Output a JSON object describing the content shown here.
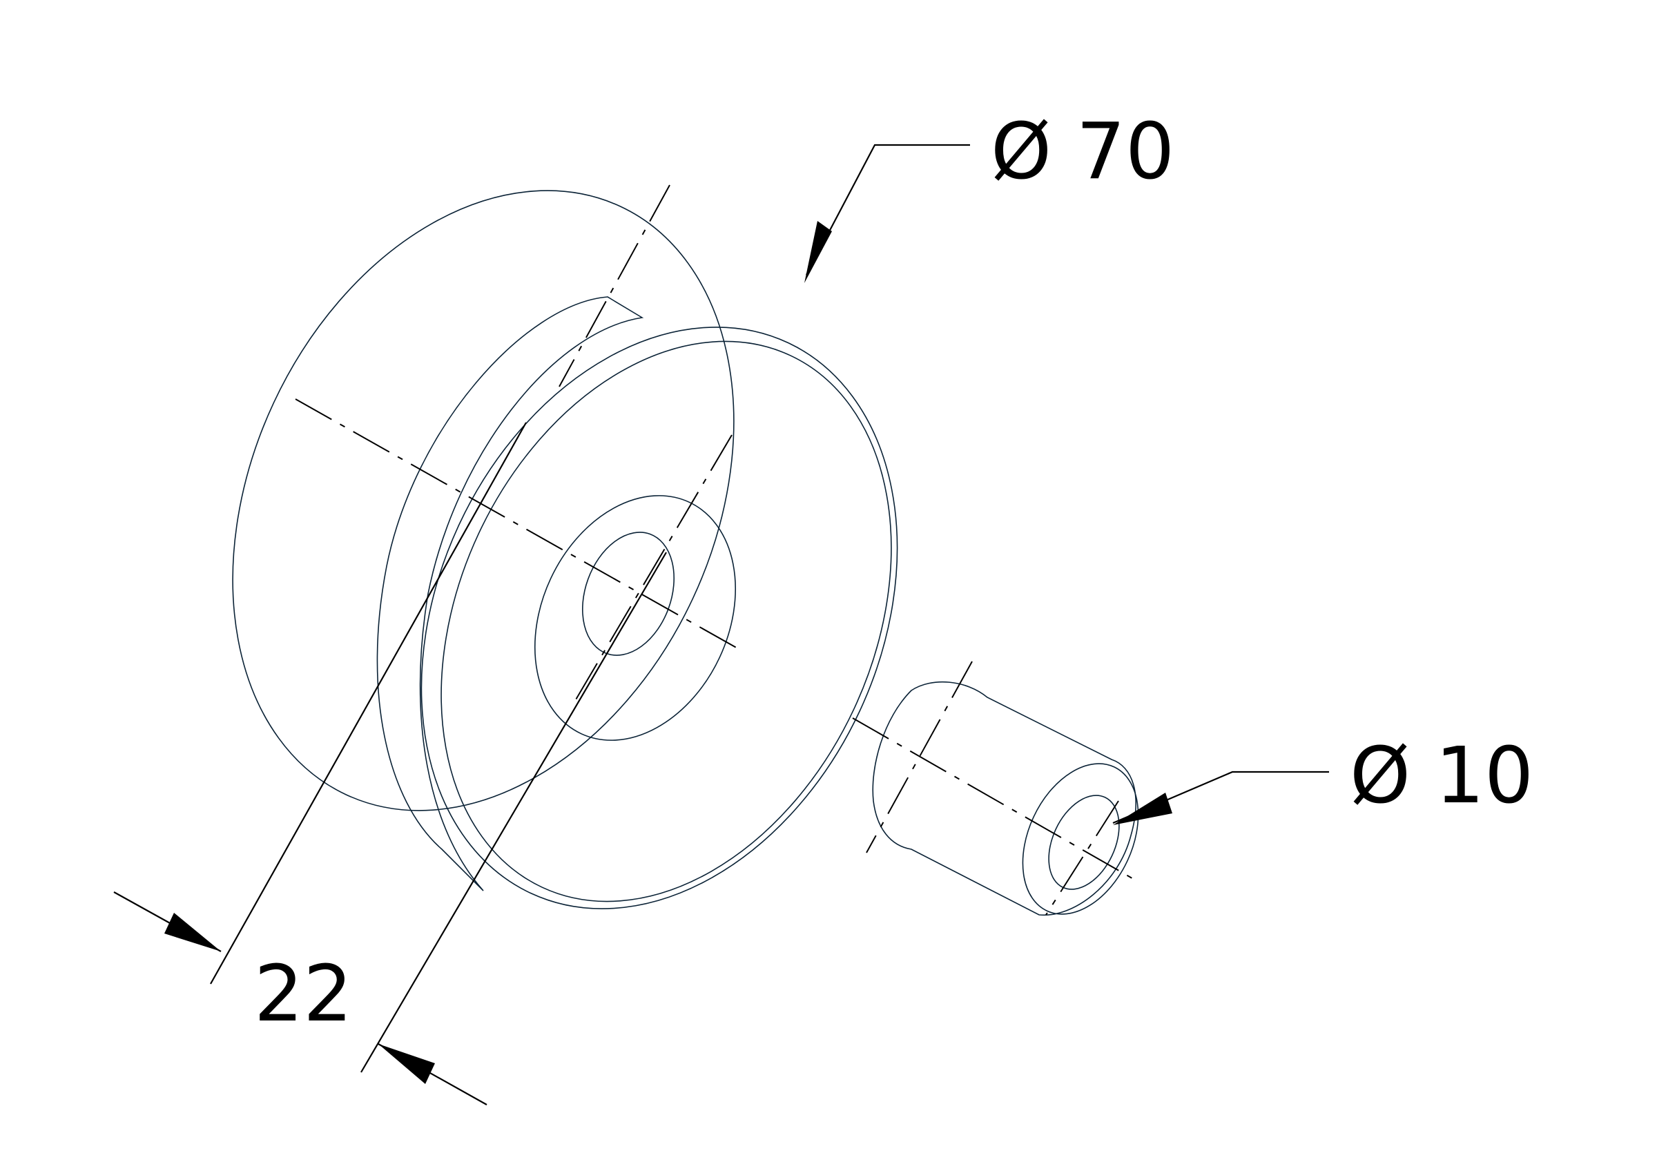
{
  "annotations": {
    "pulley_diameter": "Ø 70",
    "bushing_diameter": "Ø 10",
    "pulley_width": "22"
  },
  "colors": {
    "pulley_face": "#0b4e78",
    "pulley_rim": "#1378b4",
    "pulley_highlight": "#2f9be0",
    "pulley_shadow": "#083352",
    "bushing_light": "#dde6f0",
    "bushing_mid": "#a9bad2",
    "bushing_dark": "#7f90a8",
    "dimension_lines": "#000000"
  },
  "icons": {
    "pulley": "v-groove-pulley-wheel",
    "bushing": "cylindrical-bushing-sleeve"
  }
}
